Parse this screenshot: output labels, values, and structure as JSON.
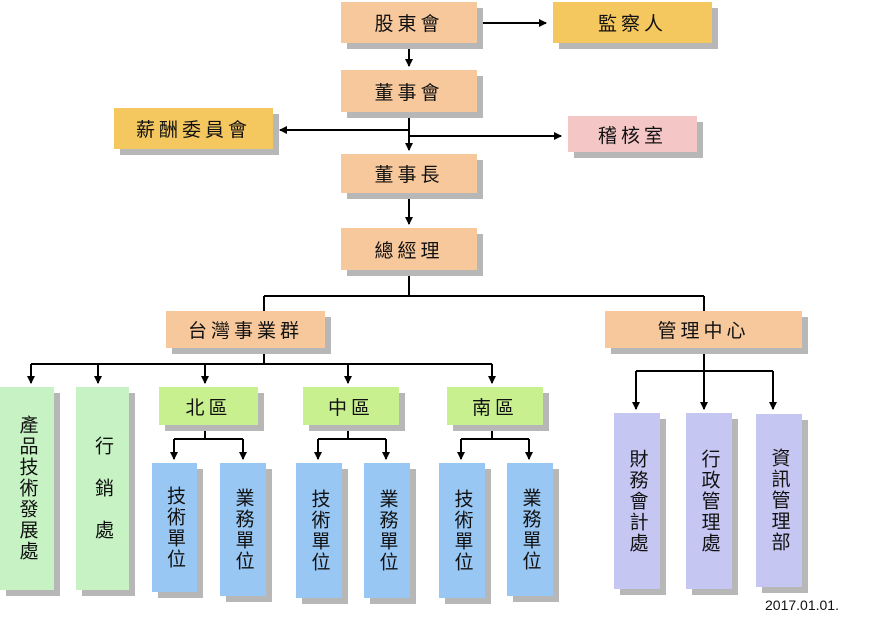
{
  "org_chart": {
    "top": {
      "shareholders": "股東會",
      "supervisor": "監察人",
      "board": "董事會",
      "compensation_committee": "薪酬委員會",
      "audit_office": "稽核室",
      "chairman": "董事長",
      "general_manager": "總經理"
    },
    "divisions": {
      "taiwan_group": "台灣事業群",
      "management_center": "管理中心"
    },
    "taiwan_group_units": {
      "product_rnd": "產品技術發展處",
      "marketing": "行　銷　處",
      "regions": [
        {
          "name": "北區",
          "units": [
            "技術單位",
            "業務單位"
          ]
        },
        {
          "name": "中區",
          "units": [
            "技術單位",
            "業務單位"
          ]
        },
        {
          "name": "南區",
          "units": [
            "技術單位",
            "業務單位"
          ]
        }
      ]
    },
    "management_units": [
      "財務會計處",
      "行政管理處",
      "資訊管理部"
    ],
    "date": "2017.01.01.",
    "colors": {
      "executive": "#f7c89b",
      "oversight": "#f5c75f",
      "audit": "#f5c6c6",
      "department": "#c6f2c4",
      "region": "#c9f08f",
      "region_unit": "#99c7f4",
      "management_unit": "#c6c6f2"
    }
  }
}
